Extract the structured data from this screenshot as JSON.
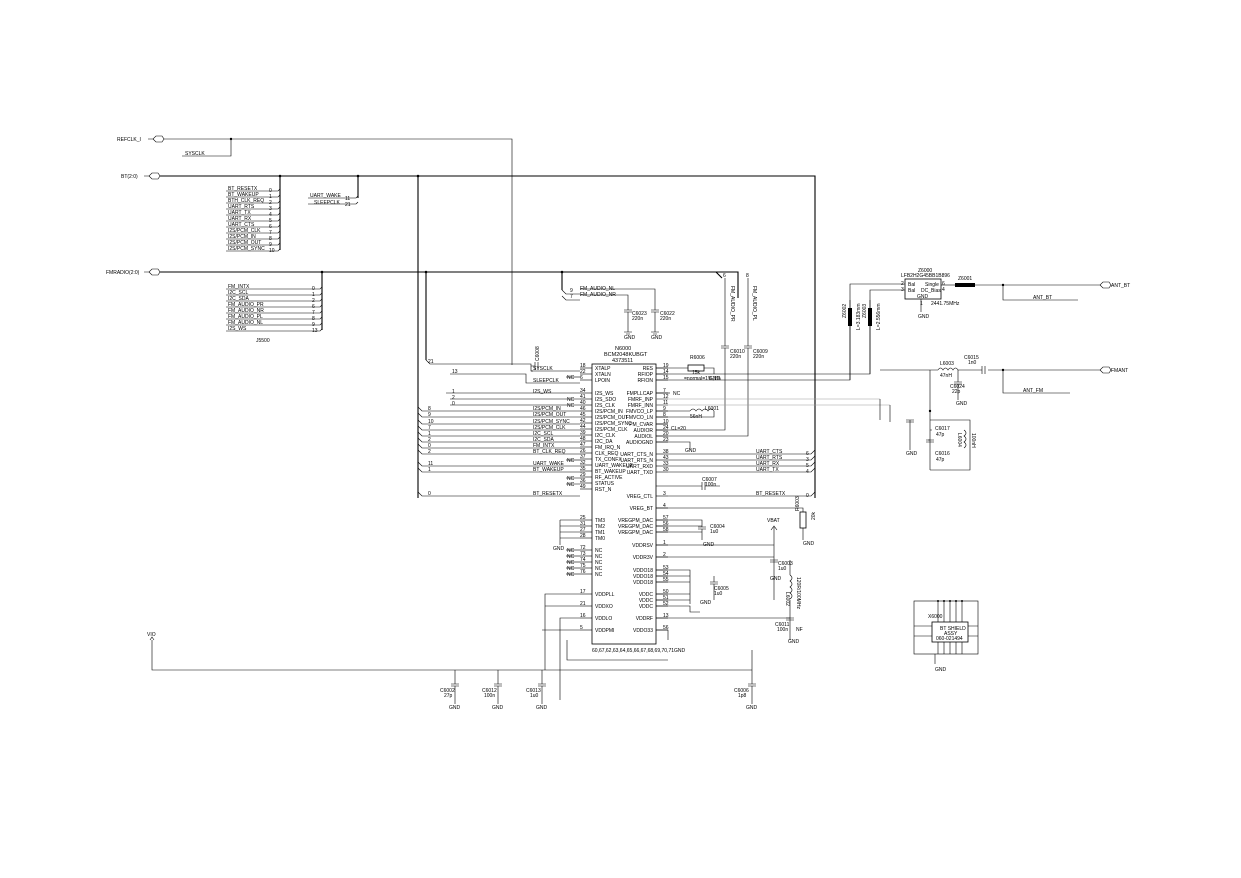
{
  "ports": {
    "refclk": "REFCLK_I",
    "bt": "BT(2:0)",
    "fmradio": "FMRADIO(2:0)",
    "vio": "VIO",
    "ant_bt": "ANT_BT",
    "fmant": "FMANT"
  },
  "top": {
    "sysclk": "SYSCLK",
    "bt_signals": [
      "BT_RESETX",
      "BT_WAKEUP",
      "BTH_CLK_REQ",
      "UART_RTS",
      "UART_TX",
      "UART_RX",
      "UART_CTS",
      "I2S/PCM_CLK",
      "I2S/PCM_IN",
      "I2S/PCM_OUT",
      "I2S/PCM_SYNC"
    ],
    "bt_nums": [
      "0",
      "1",
      "2",
      "3",
      "4",
      "5",
      "6",
      "7",
      "8",
      "9",
      "10"
    ],
    "uart_wake": "UART_WAKE",
    "sleepclk": "SLEEPCLK",
    "uart_wake_num": "11",
    "sleepclk_num": "21",
    "fm_signals": [
      "FM_INTX",
      "I2C_SCL",
      "I2C_SDA",
      "FM_AUDIO_PR",
      "FM_AUDIO_NR",
      "FM_AUDIO_PL",
      "FM_AUDIO_NL",
      "I2S_WS"
    ],
    "fm_nums": [
      "0",
      "1",
      "2",
      "6",
      "7",
      "8",
      "9",
      "13"
    ],
    "j_ref": "J5500"
  },
  "chip": {
    "ref": "N6000",
    "part": "BCM2048KUBGT",
    "code": "4373511",
    "left_pins": [
      {
        "num": "18",
        "name": "XTALP"
      },
      {
        "num": "22",
        "name": "XTALN"
      },
      {
        "num": "6",
        "name": "LPOIN"
      },
      {
        "num": "34",
        "name": "I2S_WS"
      },
      {
        "num": "41",
        "name": "I2S_SDO"
      },
      {
        "num": "40",
        "name": "I2S_CLK"
      },
      {
        "num": "46",
        "name": "I2S/PCM_IN"
      },
      {
        "num": "45",
        "name": "I2S/PCM_OUT"
      },
      {
        "num": "42",
        "name": "I2S/PCM_SYNC"
      },
      {
        "num": "44",
        "name": "I2S/PCM_CLK"
      },
      {
        "num": "39",
        "name": "I2C_CLK"
      },
      {
        "num": "48",
        "name": "I2C_DA"
      },
      {
        "num": "47",
        "name": "FM_IRQ_N"
      },
      {
        "num": "26",
        "name": "CLK_REQ"
      },
      {
        "num": "37",
        "name": "TX_CONFX"
      },
      {
        "num": "32",
        "name": "UART_WAKEUP"
      },
      {
        "num": "35",
        "name": "BT_WAKEUP"
      },
      {
        "num": "29",
        "name": "RF_ACTIVE"
      },
      {
        "num": "36",
        "name": "STATUS"
      },
      {
        "num": "49",
        "name": "RST_N"
      },
      {
        "num": "25",
        "name": "TM3"
      },
      {
        "num": "31",
        "name": "TM2"
      },
      {
        "num": "27",
        "name": "TM1"
      },
      {
        "num": "28",
        "name": "TM0"
      },
      {
        "num": "72",
        "name": "NC"
      },
      {
        "num": "73",
        "name": "NC"
      },
      {
        "num": "74",
        "name": "NC"
      },
      {
        "num": "75",
        "name": "NC"
      },
      {
        "num": "76",
        "name": "NC"
      },
      {
        "num": "17",
        "name": "VDDPLL"
      },
      {
        "num": "21",
        "name": "VDDXO"
      },
      {
        "num": "16",
        "name": "VDDLO"
      },
      {
        "num": "5",
        "name": "VDDPMI"
      }
    ],
    "right_pins": [
      {
        "num": "19",
        "name": "RES"
      },
      {
        "num": "14",
        "name": "RFIOP"
      },
      {
        "num": "15",
        "name": "RFION"
      },
      {
        "num": "7",
        "name": "FMPLLCAP"
      },
      {
        "num": "12",
        "name": "FMRF_INP"
      },
      {
        "num": "11",
        "name": "FMRF_INN"
      },
      {
        "num": "9",
        "name": "FMVCO_LP"
      },
      {
        "num": "8",
        "name": "FMVCO_LN"
      },
      {
        "num": "10",
        "name": "PM_CVAR"
      },
      {
        "num": "24",
        "name": "AUDIOR"
      },
      {
        "num": "20",
        "name": "AUDIOL"
      },
      {
        "num": "23",
        "name": "AUDIOGND"
      },
      {
        "num": "38",
        "name": "UART_CTS_N"
      },
      {
        "num": "43",
        "name": "UART_RTS_N"
      },
      {
        "num": "33",
        "name": "UART_RXD"
      },
      {
        "num": "30",
        "name": "UART_TXD"
      },
      {
        "num": "3",
        "name": "VREG_CTL"
      },
      {
        "num": "4",
        "name": "VREG_BT"
      },
      {
        "num": "57",
        "name": "VREGPM_DAC"
      },
      {
        "num": "56",
        "name": "VREGPM_DAC"
      },
      {
        "num": "58",
        "name": "VREGPM_DAC"
      },
      {
        "num": "1",
        "name": "VDDRSV"
      },
      {
        "num": "2",
        "name": "VDDR3V"
      },
      {
        "num": "53",
        "name": "VDDO18"
      },
      {
        "num": "54",
        "name": "VDDO18"
      },
      {
        "num": "55",
        "name": "VDDO18"
      },
      {
        "num": "50",
        "name": "VDDC"
      },
      {
        "num": "51",
        "name": "VDDC"
      },
      {
        "num": "52",
        "name": "VDDC"
      },
      {
        "num": "13",
        "name": "VDDRF"
      },
      {
        "num": "56",
        "name": "VDDO33"
      }
    ],
    "gnd_pins": "60,67,62,63,64,65,66,67,68,69,70,71"
  },
  "nets": {
    "sysclk": "SYSCLK",
    "sleepclk": "SLEEPCLK",
    "i2s_ws": "I2S_WS",
    "left": [
      "I2S/PCM_IN",
      "I2S/PCM_OUT",
      "I2S/PCM_SYNC",
      "I2S/PCM_CLK",
      "I2C_SCL",
      "I2C_SDA",
      "FM_INTX",
      "BT_CLK_REQ",
      "UART_WAKE",
      "BT_WAKEUP",
      "BT_RESETX"
    ],
    "left_nums": [
      "8",
      "9",
      "10",
      "7",
      "1",
      "2",
      "0",
      "2",
      "11",
      "1",
      "0"
    ],
    "ws_nums": [
      "1",
      "2",
      "0"
    ],
    "num_21": "21",
    "num_13": "13",
    "nc": "NC",
    "right": [
      "UART_CTS",
      "UART_RTS",
      "UART_RX",
      "UART_TX",
      "BT_RESETX"
    ],
    "right_nums": [
      "6",
      "3",
      "5",
      "4",
      "0"
    ],
    "vbat": "VBAT",
    "gnd": "GND",
    "fm_audio_nl": "FM_AUDIO_NL",
    "fm_audio_nr": "FM_AUDIO_NR",
    "fm_audio_pr": "FM_AUDIO_PR",
    "fm_audio_pl": "FM_AUDIO_PL",
    "fm_nl_num": "9",
    "fm_nr_num": "7",
    "fm_pr_num": "6",
    "fm_pl_num": "8",
    "ant_bt_net": "ANT_BT",
    "ant_fm_net": "ANT_FM",
    "normal": "=normal=1%,1%",
    "cl_20": "CL=20"
  },
  "components": {
    "c6008": {
      "ref": "C6008",
      "val": "10p"
    },
    "r6006": {
      "ref": "R6006",
      "val": "15k"
    },
    "c6023": {
      "ref": "C6023",
      "val": "220n"
    },
    "c6022": {
      "ref": "C6022",
      "val": "220n"
    },
    "c6010": {
      "ref": "C6010",
      "val": "220n"
    },
    "c6009": {
      "ref": "C6009",
      "val": "220n"
    },
    "l6001": {
      "ref": "L6001",
      "val": "56nH"
    },
    "c6007": {
      "ref": "C6007",
      "val": "100n"
    },
    "r6003": {
      "ref": "R6003",
      "val": "20k"
    },
    "c6004": {
      "ref": "C6004",
      "val": "1u0"
    },
    "c6003": {
      "ref": "C6003",
      "val": "1u0"
    },
    "c6005": {
      "ref": "C6005",
      "val": "1u0"
    },
    "l6002": {
      "ref": "L6002",
      "val": "120R/100MHz"
    },
    "c6011": {
      "ref": "C6011",
      "val": "100n"
    },
    "nf": "NF",
    "c6002": {
      "ref": "C6002",
      "val": "27p"
    },
    "c6012": {
      "ref": "C6012",
      "val": "100n"
    },
    "c6013": {
      "ref": "C6013",
      "val": "1u0"
    },
    "c6006": {
      "ref": "C6006",
      "val": "1p8"
    },
    "z6000": {
      "ref": "Z6000",
      "part": "LFB2H2G45BB1B896",
      "p_bal": "Bal",
      "p_single": "Single",
      "p_dc": "DC_Bias",
      "p_gnd": "GND",
      "freq": "2441.75MHz",
      "pins": [
        "2",
        "3",
        "6",
        "4",
        "1"
      ]
    },
    "z6001": {
      "ref": "Z6001"
    },
    "z6002": {
      "ref": "Z6002",
      "val": "L=3.183mm"
    },
    "z6003": {
      "ref": "Z6003",
      "val": "L=2.556mm"
    },
    "l6003": {
      "ref": "L6003",
      "val": "47nH"
    },
    "c6015": {
      "ref": "C6015",
      "val": "1n0"
    },
    "c6024": {
      "ref": "C6024",
      "val": "22p"
    },
    "c6017": {
      "ref": "C6017",
      "val": "47p"
    },
    "c6016": {
      "ref": "C6016",
      "val": "47p"
    },
    "l6004": {
      "ref": "L6004",
      "val": "100nH"
    },
    "shield": {
      "ref": "X6000",
      "line1": "BT SHIELD",
      "line2": "ASSY",
      "line3": "060-021494"
    }
  }
}
